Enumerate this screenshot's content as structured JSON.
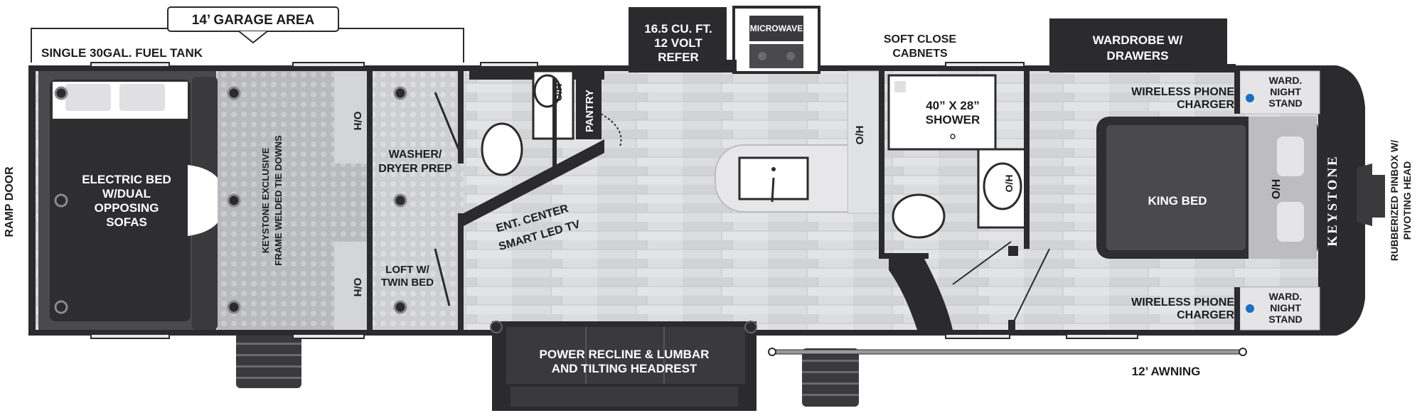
{
  "garage": {
    "area_label": "14’ GARAGE AREA",
    "fuel_tank": "SINGLE 30GAL. FUEL TANK",
    "ramp_door": "RAMP DOOR",
    "bed": [
      "ELECTRIC BED",
      "W/DUAL",
      "OPPOSING",
      "SOFAS"
    ],
    "tie_downs": [
      "KEYSTONE EXCLUSIVE",
      "FRAME WELDED TIE DOWNS"
    ],
    "oh": "O/H",
    "washer": [
      "WASHER/",
      "DRYER PREP"
    ],
    "loft": [
      "LOFT W/",
      "TWIN BED"
    ]
  },
  "kitchen": {
    "refer": [
      "16.5 CU. FT.",
      "12 VOLT",
      "REFER"
    ],
    "microwave": "MICROWAVE",
    "pantry": "PANTRY",
    "oh": "O/H",
    "ent_center": [
      "ENT. CENTER",
      "SMART LED TV"
    ],
    "soft_close": [
      "SOFT CLOSE",
      "CABNETS"
    ],
    "recliner": [
      "POWER RECLINE & LUMBAR",
      "AND TILTING HEADREST"
    ]
  },
  "bath": {
    "shower": [
      "40” X 28”",
      "SHOWER"
    ],
    "oh": "O/H"
  },
  "bedroom": {
    "wardrobe": [
      "WARDROBE W/",
      "DRAWERS"
    ],
    "charger_top": [
      "WIRELESS PHONE",
      "CHARGER"
    ],
    "charger_bottom": [
      "WIRELESS PHONE",
      "CHARGER"
    ],
    "nightstand_top": [
      "WARD.",
      "NIGHT",
      "STAND"
    ],
    "nightstand_bottom": [
      "WARD.",
      "NIGHT",
      "STAND"
    ],
    "king_bed": "KING BED",
    "oh": "O/H"
  },
  "exterior": {
    "awning": "12’ AWNING",
    "pinbox": [
      "RUBBERIZED PINBOX W/",
      "PIVOTING HEAD"
    ],
    "brand": "KEYSTONE"
  },
  "colors": {
    "wall": "#2b2b2e",
    "floor": "#d9dadc",
    "garage_floor": "#bcbdc0",
    "dark_furniture": "#3a3a3d",
    "accent_dot": "#1b6fc0"
  }
}
